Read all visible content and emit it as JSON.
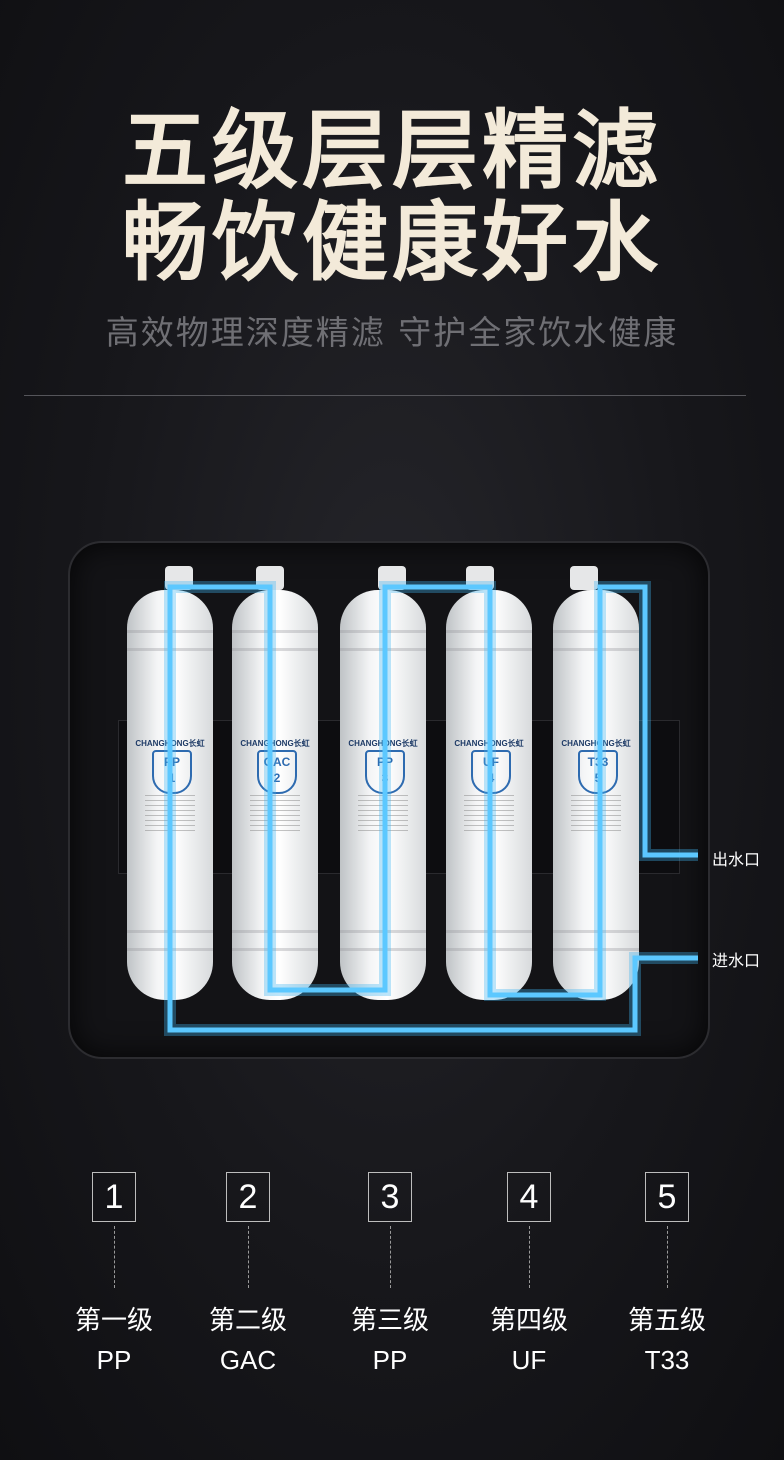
{
  "header": {
    "title_line1": "五级层层精滤",
    "title_line2": "畅饮健康好水",
    "subtitle": "高效物理深度精滤 守护全家饮水健康"
  },
  "device": {
    "port_out": "出水口",
    "port_in": "进水口",
    "filters": [
      {
        "brand": "CHANGHONG长虹",
        "badge": "PP\n1"
      },
      {
        "brand": "CHANGHONG长虹",
        "badge": "GAC\n2"
      },
      {
        "brand": "CHANGHONG长虹",
        "badge": "PP\n3"
      },
      {
        "brand": "CHANGHONG长虹",
        "badge": "UF\n4"
      },
      {
        "brand": "CHANGHONG长虹",
        "badge": "T33\n5"
      }
    ]
  },
  "stages": [
    {
      "number": "1",
      "level": "第一级",
      "type": "PP"
    },
    {
      "number": "2",
      "level": "第二级",
      "type": "GAC"
    },
    {
      "number": "3",
      "level": "第三级",
      "type": "PP"
    },
    {
      "number": "4",
      "level": "第四级",
      "type": "UF"
    },
    {
      "number": "5",
      "level": "第五级",
      "type": "T33"
    }
  ],
  "colors": {
    "flow": "#3fb4f0",
    "title": "#f3ead9",
    "background": "#17171b"
  }
}
